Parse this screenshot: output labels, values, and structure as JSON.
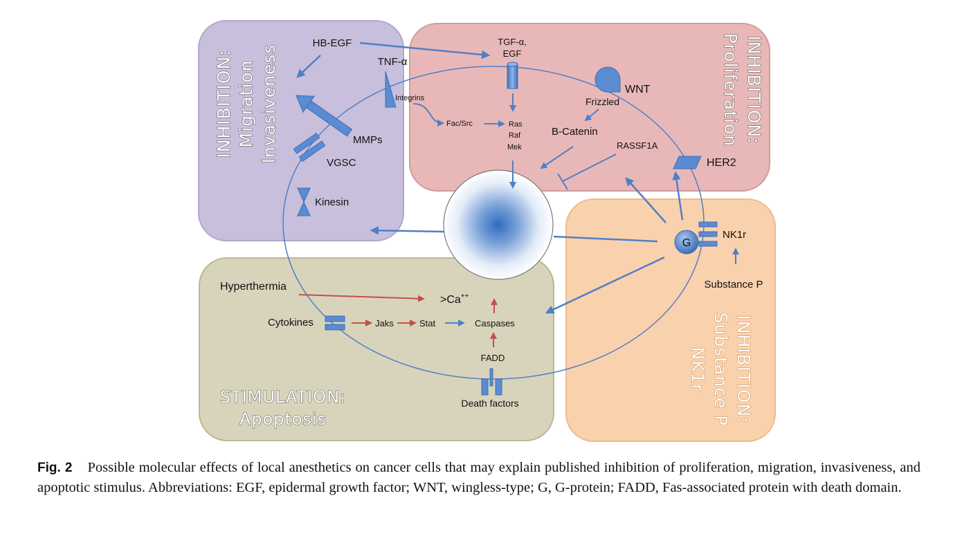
{
  "panels": {
    "migration": "INHIBITION: Migration Invasiveness",
    "migration_lines": [
      "INHIBITION:",
      "Migration",
      "Invasiveness"
    ],
    "proliferation_lines": [
      "INHIBITION:",
      "Proliferation"
    ],
    "substance_lines": [
      "INHIBITION:",
      "Substance P",
      "NK1r"
    ],
    "apoptosis_lines": [
      "STIMULATION:",
      "Apoptosis"
    ]
  },
  "labels": {
    "hb_egf": "HB-EGF",
    "tgf_1": "TGF-α,",
    "tgf_2": "EGF",
    "tnf": "TNF-α",
    "integrins": "Integrins",
    "fac_src": "Fac/Src",
    "ras": "Ras",
    "raf": "Raf",
    "mek": "Mek",
    "wnt": "WNT",
    "frizzled": "Frizzled",
    "b_catenin": "B-Catenin",
    "rassf1a": "RASSF1A",
    "her2": "HER2",
    "mmps": "MMPs",
    "vgsc": "VGSC",
    "kinesin": "Kinesin",
    "g": "G",
    "nk1r": "NK1r",
    "substance_p": "Substance P",
    "hyperthermia": "Hyperthermia",
    "ca": ">Ca",
    "ca_sup": "++",
    "cytokines": "Cytokines",
    "jaks": "Jaks",
    "stat": "Stat",
    "caspases": "Caspases",
    "fadd": "FADD",
    "death_factors": "Death factors"
  },
  "colors": {
    "migration_panel": "#c8bfdc",
    "proliferation_panel": "#e8b8b8",
    "substance_panel": "#fad1ad",
    "apoptosis_panel": "#d8d4bb",
    "blue_arrow": "#4f7fc4",
    "red_arrow": "#c0504d"
  },
  "caption": {
    "fig": "Fig. 2",
    "text": "Possible molecular effects of local anesthetics on cancer cells that may explain published inhibition of proliferation, migration, invasiveness, and apoptotic stimulus. Abbreviations: EGF, epidermal growth factor; WNT, wingless-type; G, G-protein; FADD, Fas-associated protein with death domain."
  }
}
